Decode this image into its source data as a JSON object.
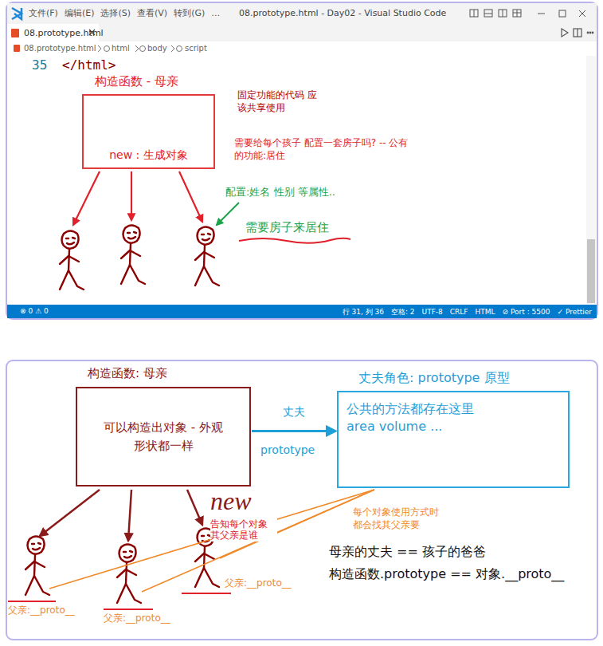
{
  "diagram": {
    "nodes": [
      {
        "text": [
          "构造函数 - 母亲",
          "new : 生成对象"
        ]
      },
      {
        "text": [
          "构造函数: 母亲",
          "可以构造出对象 - 外观形状都一样"
        ]
      },
      {
        "text": [
          "丈夫角色: prototype 原型",
          "公共的方法都存在这里 area volume ..."
        ]
      }
    ],
    "edges": [
      {
        "from": 1,
        "to": 2,
        "arrow": "to",
        "label": "丈夫"
      }
    ],
    "labels": [
      "文件(F)",
      "编辑(E)",
      "选择(S)",
      "查看(V)",
      "转到(G)",
      "…",
      "08.prototype.html - Day02 - Visual Studio Code",
      "08.prototype.html",
      "08.prototype.html",
      "html",
      "body",
      "script",
      "35",
      "</html>",
      "固定功能的代码 应该共享使用",
      "需要给每个孩子 配置一套房子吗? -- 公有的功能:居住",
      "配置:姓名 性别 等属性..",
      "需要房子来居住",
      "⊗ 0 ⚠ 0",
      "行 31, 列 36",
      "空格: 2",
      "UTF-8",
      "CRLF",
      "HTML",
      "⊘ Port : 5500",
      "✓ Prettier",
      "prototype",
      "new",
      "告知每个对象 其父亲是谁",
      "父亲:__proto__",
      "父亲:__proto__",
      "父亲:__proto__",
      "每个对象使用方式时 都会找其父亲要",
      "母亲的丈夫 == 孩子的爸爸",
      "构造函数.prototype == 对象.__proto__"
    ]
  }
}
